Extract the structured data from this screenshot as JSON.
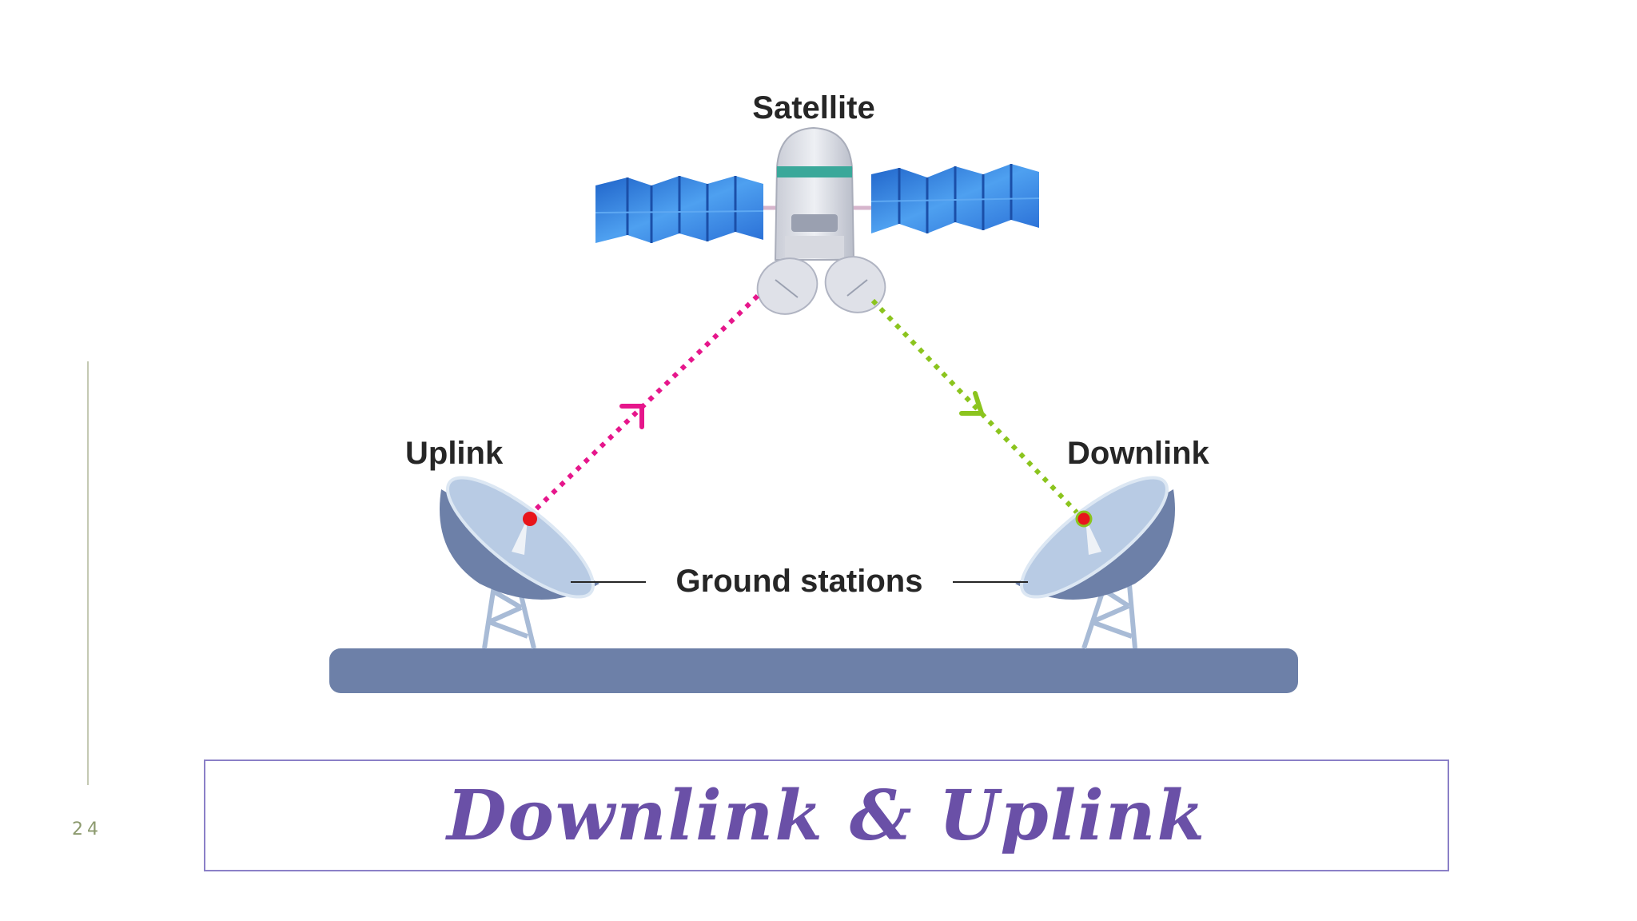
{
  "slide": {
    "number": "24",
    "title": "Downlink & Uplink"
  },
  "diagram": {
    "satellite_label": "Satellite",
    "uplink_label": "Uplink",
    "downlink_label": "Downlink",
    "ground_label": "Ground stations"
  },
  "colors": {
    "uplink_beam": "#e6168b",
    "downlink_beam": "#8bc41e",
    "title": "#6a50a7",
    "ground": "#6d80a8",
    "solar_panel": "#2f7fdc"
  }
}
